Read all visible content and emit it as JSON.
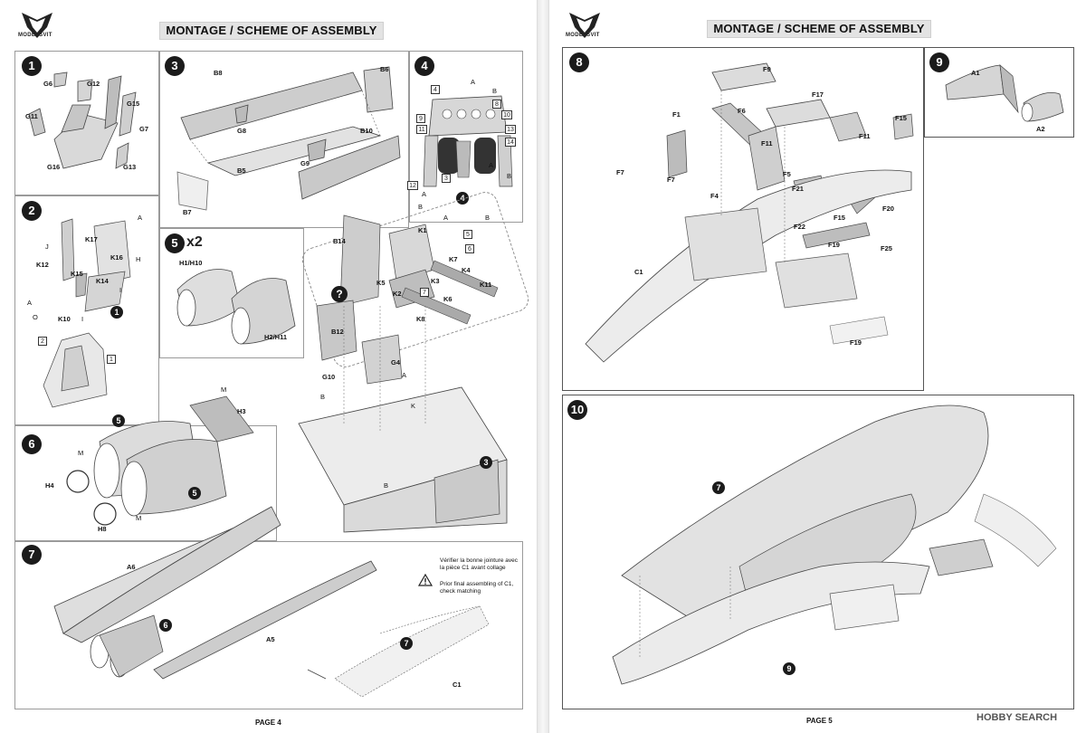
{
  "header": {
    "title": "MONTAGE / SCHEME OF ASSEMBLY",
    "brand": "MODELSVIT"
  },
  "pages": {
    "left": "PAGE 4",
    "right": "PAGE 5"
  },
  "watermark": "HOBBY SEARCH",
  "steps": {
    "s1": {
      "number": "1",
      "labels": [
        "G6",
        "G12",
        "G15",
        "G11",
        "G7",
        "G16",
        "G13"
      ]
    },
    "s2": {
      "number": "2",
      "labels": [
        "A",
        "K17",
        "J",
        "K16",
        "H",
        "K12",
        "K15",
        "K14",
        "I",
        "A",
        "O",
        "K10",
        "I"
      ],
      "boxes": [
        "2",
        "1"
      ],
      "sub": "1"
    },
    "s3": {
      "number": "3",
      "labels": [
        "B8",
        "B6",
        "G8",
        "B10",
        "B5",
        "G9",
        "B7"
      ]
    },
    "s4": {
      "number": "4",
      "labels": [
        "A",
        "B",
        "A",
        "B",
        "A",
        "B",
        "A",
        "B"
      ],
      "boxes": [
        "4",
        "8",
        "10",
        "9",
        "11",
        "13",
        "14",
        "12",
        "3"
      ],
      "sub": "4"
    },
    "s5": {
      "number": "5",
      "mult": "x2",
      "labels": [
        "H1/H10",
        "H2/H11"
      ]
    },
    "s6": {
      "number": "6",
      "labels": [
        "M",
        "H3",
        "M",
        "H4",
        "H8",
        "M"
      ],
      "sub5a": "5",
      "sub5b": "5"
    },
    "s7": {
      "number": "7",
      "labels": [
        "A6",
        "A5",
        "C1"
      ],
      "sub": "6",
      "sub7": "7",
      "note_fr": "Vérifier la bonne jointure avec la pièce C1 avant collage",
      "note_en": "Prior final assembling of C1, check matching"
    },
    "s8": {
      "number": "8",
      "labels": [
        "F9",
        "F17",
        "F1",
        "F6",
        "F15",
        "F11",
        "F7",
        "F7",
        "F11",
        "F4",
        "F5",
        "F21",
        "F15",
        "F20",
        "F22",
        "F19",
        "F25",
        "C1",
        "F19"
      ]
    },
    "s9": {
      "number": "9",
      "labels": [
        "A1",
        "A2"
      ]
    },
    "s10": {
      "number": "10",
      "sub7": "7",
      "sub9": "9"
    },
    "cockpit": {
      "labels": [
        "B14",
        "K1",
        "K7",
        "K4",
        "K5",
        "K3",
        "K2",
        "K6",
        "K11",
        "K8",
        "B12",
        "G4",
        "A",
        "G10",
        "B",
        "K",
        "B",
        "A",
        "B"
      ],
      "boxes": [
        "5",
        "6",
        "7"
      ],
      "sub3": "3",
      "help": "?"
    }
  }
}
